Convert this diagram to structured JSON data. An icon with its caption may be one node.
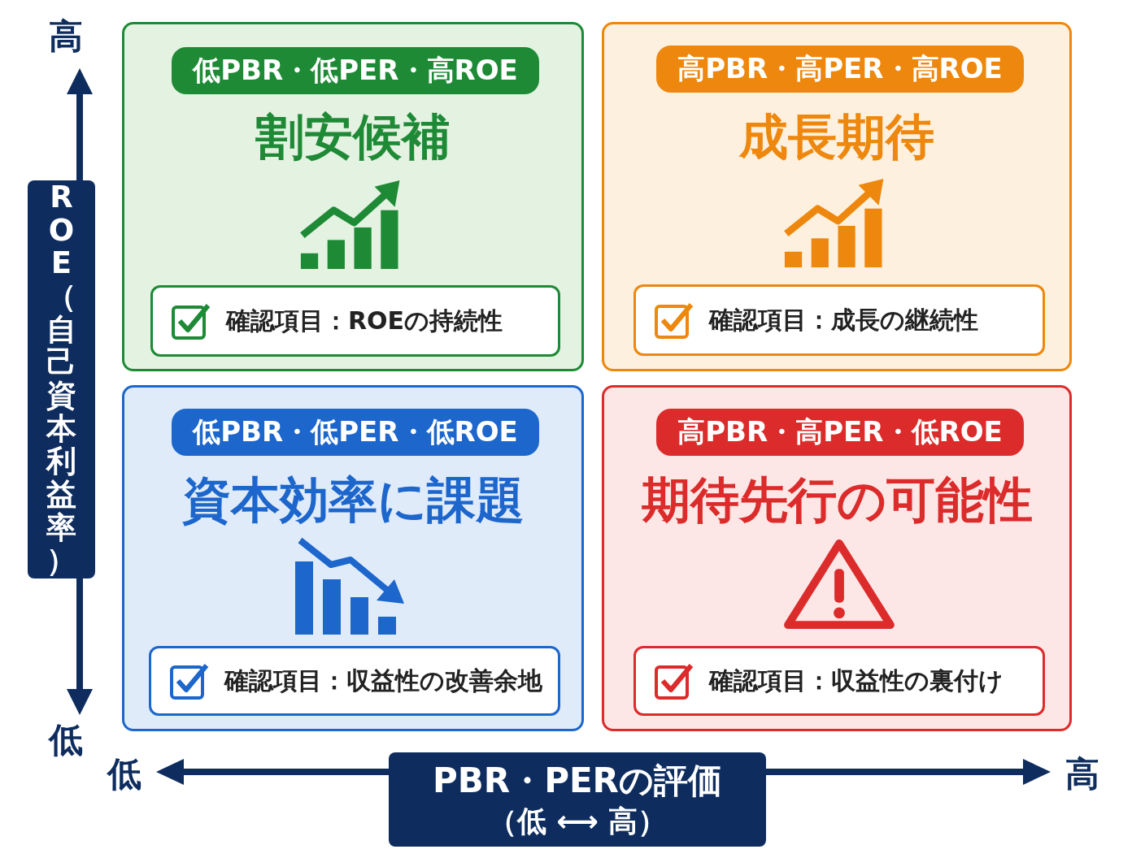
{
  "diagram": {
    "nodes": [
      {
        "text": [
          "割安候補"
        ]
      },
      {
        "text": [
          "低PBR・低PER・高ROE"
        ],
        "in": 0
      },
      {
        "text": [
          "確認項目：ROEの持続性"
        ],
        "in": 0
      },
      {
        "text": [
          "成長期待"
        ]
      },
      {
        "text": [
          "高PBR・高PER・高ROE"
        ],
        "in": 3
      },
      {
        "text": [
          "確認項目：成長の継続性"
        ],
        "in": 3
      },
      {
        "text": [
          "資本効率に課題"
        ]
      },
      {
        "text": [
          "低PBR・低PER・低ROE"
        ],
        "in": 6
      },
      {
        "text": [
          "確認項目：収益性の改善余地"
        ],
        "in": 6
      },
      {
        "text": [
          "期待先行の可能性"
        ]
      },
      {
        "text": [
          "高PBR・高PER・低ROE"
        ],
        "in": 9
      },
      {
        "text": [
          "確認項目：収益性の裏付け"
        ],
        "in": 9
      },
      {
        "text": [
          "ROE（自己資本利益率）"
        ]
      },
      {
        "text": [
          "PBR・PERの評価",
          "（低 ⟷ 高）"
        ]
      }
    ],
    "labels": [
      "高",
      "低",
      "低",
      "高"
    ]
  }
}
